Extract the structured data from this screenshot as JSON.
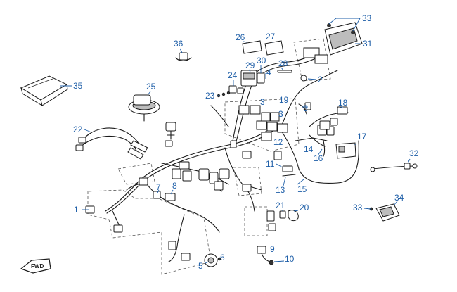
{
  "labels": {
    "l1": "1",
    "l2": "2",
    "l3a": "3",
    "l3b": "3",
    "l3c": "3",
    "l4": "4",
    "l5": "5",
    "l6": "6",
    "l7": "7",
    "l8": "8",
    "l9": "9",
    "l10": "10",
    "l11": "11",
    "l12": "12",
    "l13": "13",
    "l14": "14",
    "l15": "15",
    "l16": "16",
    "l17": "17",
    "l18": "18",
    "l19": "19",
    "l20": "20",
    "l21": "21",
    "l22": "22",
    "l23": "23",
    "l24": "24",
    "l25": "25",
    "l26": "26",
    "l27": "27",
    "l28": "28",
    "l29": "29",
    "l30": "30",
    "l31": "31",
    "l32": "32",
    "l33a": "33",
    "l33b": "33",
    "l34": "34",
    "l35": "35",
    "l36": "36"
  },
  "fwd_marker": "FWD",
  "colors": {
    "callout": "#1f5fa8",
    "line": "#1a1a1a"
  }
}
